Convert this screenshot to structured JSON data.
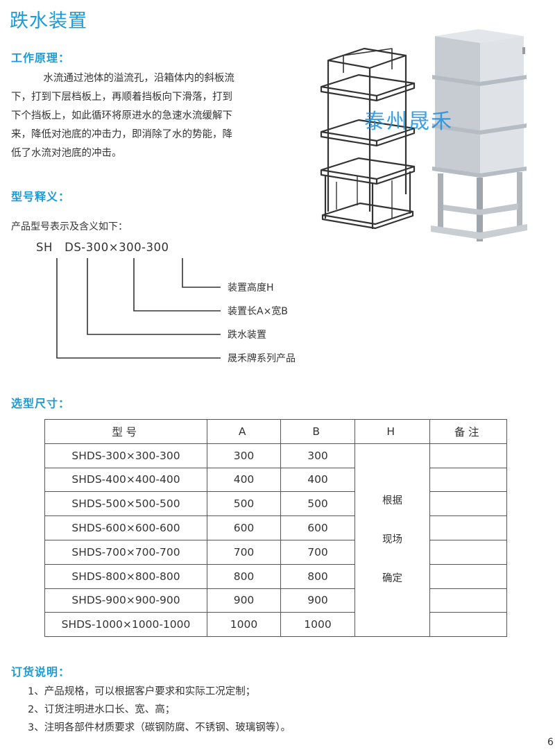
{
  "page_title": "跌水装置",
  "sections": {
    "principle": {
      "heading": "工作原理：",
      "lines": [
        "水流通过池体的溢流孔，沿箱体内的斜板流",
        "下，打到下层档板上，再顺着挡板向下滑落，打到",
        "下个挡板上，如此循环将原进水的急速水流缓解下",
        "来，降低对池底的冲击力，即消除了水的势能，降",
        "低了水流对池底的冲击。"
      ]
    },
    "model_meaning": {
      "heading": "型号释义：",
      "intro": "产品型号表示及含义如下：",
      "model_code": "SH   DS-300×300-300",
      "legend": [
        "装置高度H",
        "装置长A×宽B",
        "跌水装置",
        "晟禾牌系列产品"
      ]
    },
    "selection": {
      "heading": "选型尺寸：",
      "columns": [
        "型号",
        "A",
        "B",
        "H",
        "备注"
      ],
      "rows": [
        [
          "SHDS-300×300-300",
          "300",
          "300"
        ],
        [
          "SHDS-400×400-400",
          "400",
          "400"
        ],
        [
          "SHDS-500×500-500",
          "500",
          "500"
        ],
        [
          "SHDS-600×600-600",
          "600",
          "600"
        ],
        [
          "SHDS-700×700-700",
          "700",
          "700"
        ],
        [
          "SHDS-800×800-800",
          "800",
          "800"
        ],
        [
          "SHDS-900×900-900",
          "900",
          "900"
        ],
        [
          "SHDS-1000×1000-1000",
          "1000",
          "1000"
        ]
      ],
      "h_note": [
        "根据",
        "现场",
        "确定"
      ]
    },
    "ordering": {
      "heading": "订货说明：",
      "items": [
        "1、产品规格，可以根据客户要求和实际工况定制；",
        "2、订货注明进水口长、宽、高；",
        "3、注明各部件材质要求（碳钢防腐、不锈钢、玻璃钢等）。"
      ]
    }
  },
  "watermark": "泰州晟禾",
  "page_number": "6",
  "colors": {
    "accent": "#1a9bd7",
    "text": "#333333",
    "table_border": "#555555"
  }
}
